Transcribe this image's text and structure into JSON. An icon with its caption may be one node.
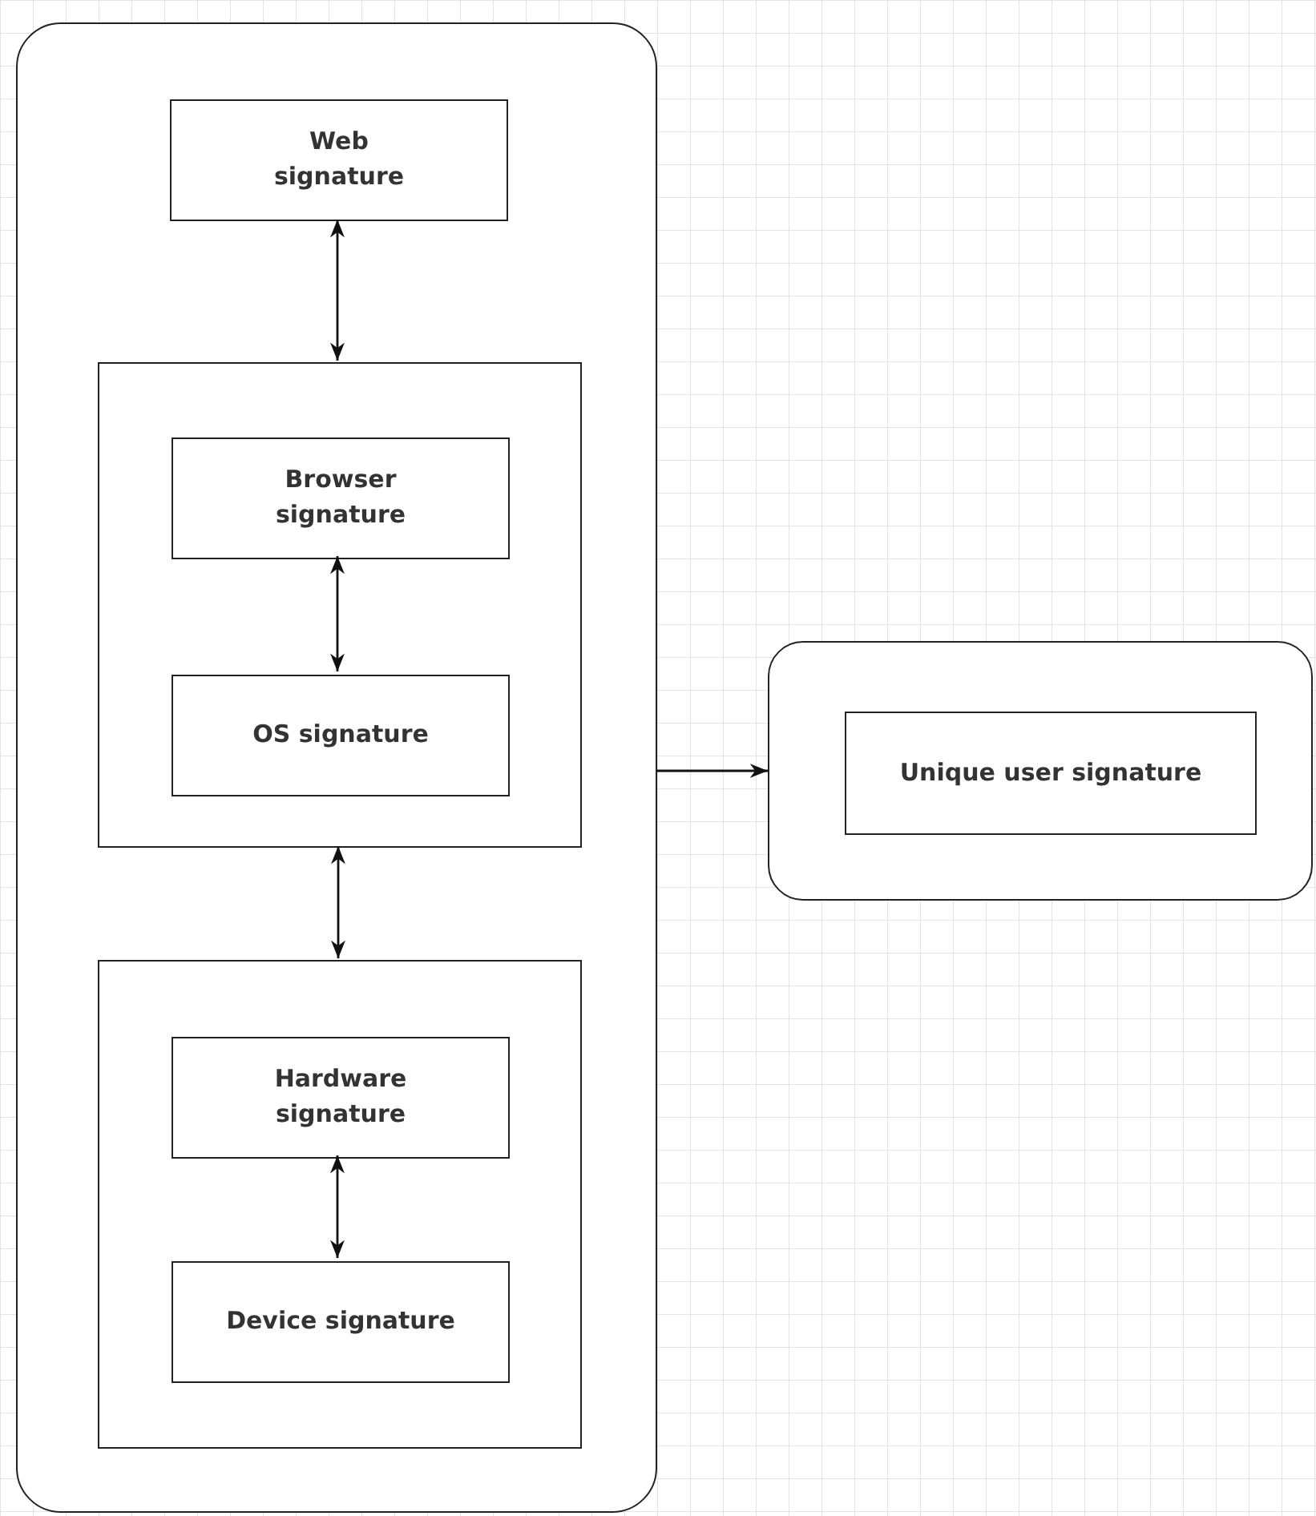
{
  "diagram": {
    "nodes": [
      {
        "text": [],
        "shape": "box"
      },
      {
        "text": [
          "Web signature"
        ],
        "in": 0
      },
      {
        "text": [],
        "shape": "box",
        "in": 0
      },
      {
        "text": [
          "Browser signature"
        ],
        "in": 2
      },
      {
        "text": [
          "OS signature"
        ],
        "in": 2
      },
      {
        "text": [],
        "shape": "box",
        "in": 0
      },
      {
        "text": [
          "Hardware signature"
        ],
        "in": 5
      },
      {
        "text": [
          "Device signature"
        ],
        "in": 5
      },
      {
        "text": [],
        "shape": "box"
      },
      {
        "text": [
          "Unique user signature"
        ],
        "in": 8
      }
    ],
    "edges": [
      {
        "from": 1,
        "to": 2,
        "arrow": "both"
      },
      {
        "from": 3,
        "to": 4,
        "arrow": "both"
      },
      {
        "from": 2,
        "to": 5,
        "arrow": "both"
      },
      {
        "from": 6,
        "to": 7,
        "arrow": "both"
      },
      {
        "from": 0,
        "to": 8,
        "arrow": "to"
      }
    ]
  }
}
